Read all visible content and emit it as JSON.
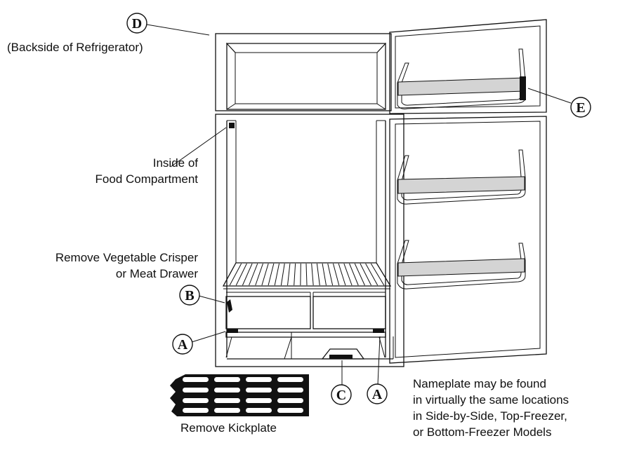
{
  "labels": {
    "backside": "(Backside of Refrigerator)",
    "inside_line1": "Inside of",
    "inside_line2": "Food Compartment",
    "crisper_line1": "Remove Vegetable Crisper",
    "crisper_line2": "or Meat Drawer",
    "kickplate": "Remove Kickplate",
    "note_line1": "Nameplate may be found",
    "note_line2": "in virtually the same locations",
    "note_line3": "in Side-by-Side, Top-Freezer,",
    "note_line4": "or Bottom-Freezer Models"
  },
  "markers": {
    "a_left": "A",
    "a_right": "A",
    "b": "B",
    "c": "C",
    "d": "D",
    "e": "E"
  }
}
